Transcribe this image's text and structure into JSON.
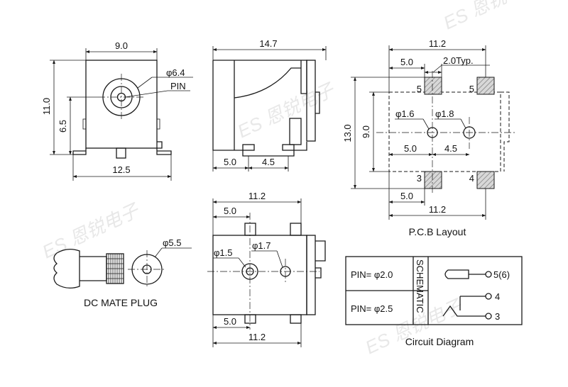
{
  "colors": {
    "line": "#1a1a1a",
    "text": "#111111",
    "pad": "#b9b9b9",
    "background": "#ffffff",
    "watermark": "#e8e8e8"
  },
  "watermark": "ES 恩锐电子",
  "front_view": {
    "width": "9.0",
    "outer_dia": "φ6.4",
    "pin": "PIN",
    "height": "11.0",
    "center_height": "6.5",
    "base_width": "12.5"
  },
  "side_view": {
    "length": "14.7",
    "dim_a": "5.0",
    "dim_b": "4.5"
  },
  "bottom_view": {
    "width_top": "11.2",
    "dim_top": "5.0",
    "hole_a": "φ1.5",
    "hole_b": "φ1.7",
    "dim_bottom": "5.0",
    "width_bottom": "11.2"
  },
  "pcb": {
    "title": "P.C.B Layout",
    "width_top": "11.2",
    "dim_top": "5.0",
    "typ": "2.0Typ.",
    "height": "13.0",
    "inner_height": "9.0",
    "hole_a": "φ1.6",
    "hole_b": "φ1.8",
    "dim_mid_a": "5.0",
    "dim_mid_b": "4.5",
    "dim_bottom": "5.0",
    "width_bottom": "11.2",
    "pads": [
      "5",
      "5",
      "3",
      "4"
    ]
  },
  "plug": {
    "title": "DC MATE PLUG",
    "dia": "φ5.5"
  },
  "circuit": {
    "title": "Circuit Diagram",
    "row1": "PIN= φ2.0",
    "row2": "PIN= φ2.5",
    "schematic": "SCHEMATIC",
    "t1": "5(6)",
    "t2": "4",
    "t3": "3"
  }
}
